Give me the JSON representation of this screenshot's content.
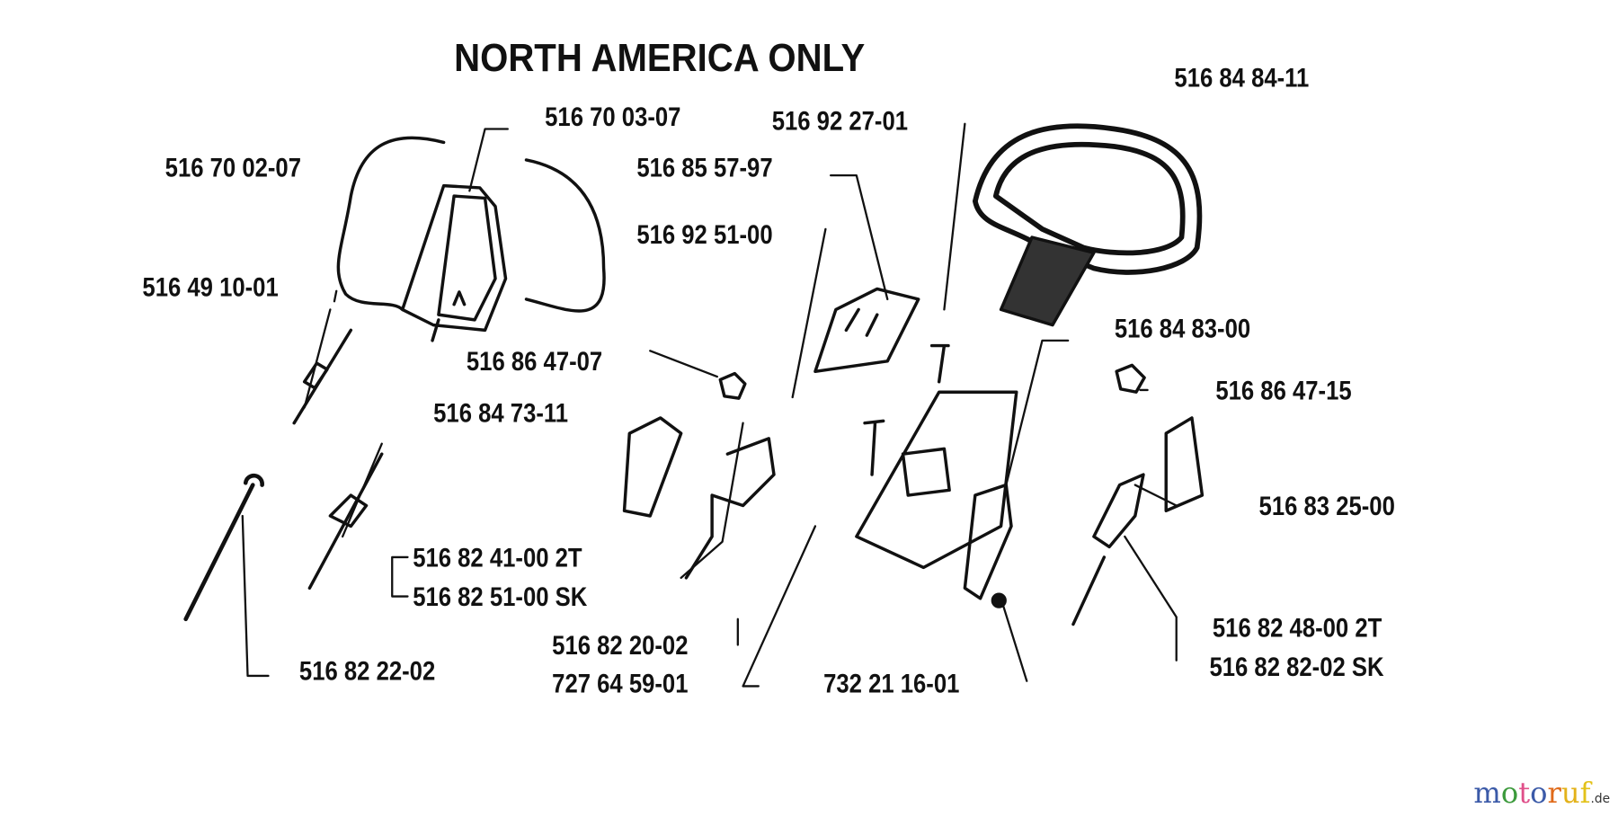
{
  "title": "NORTH AMERICA ONLY",
  "parts": {
    "p1": "516 84 84-11",
    "p2": "516 70 03-07",
    "p3": "516 92 27-01",
    "p4": "516 70 02-07",
    "p5": "516 85 57-97",
    "p6": "516 92 51-00",
    "p7": "516 49 10-01",
    "p8": "516 84 83-00",
    "p9": "516 86 47-07",
    "p10": "516 86 47-15",
    "p11": "516 84 73-11",
    "p12": "516 83 25-00",
    "p13": "516 82 41-00 2T",
    "p14": "516 82 51-00 SK",
    "p15": "516 82 48-00 2T",
    "p16": "516 82 20-02",
    "p17": "516 82 22-02",
    "p18": "516 82 82-02 SK",
    "p19": "727 64 59-01",
    "p20": "732 21 16-01"
  },
  "watermark": {
    "letters": [
      "m",
      "o",
      "t",
      "o",
      "r",
      "u",
      "f"
    ],
    "suffix": ".de",
    "colors": [
      "#3b5aa8",
      "#3c9a3c",
      "#e0508a",
      "#3b5aa8",
      "#e06a1a",
      "#e3b21a",
      "#e3c21a"
    ]
  }
}
